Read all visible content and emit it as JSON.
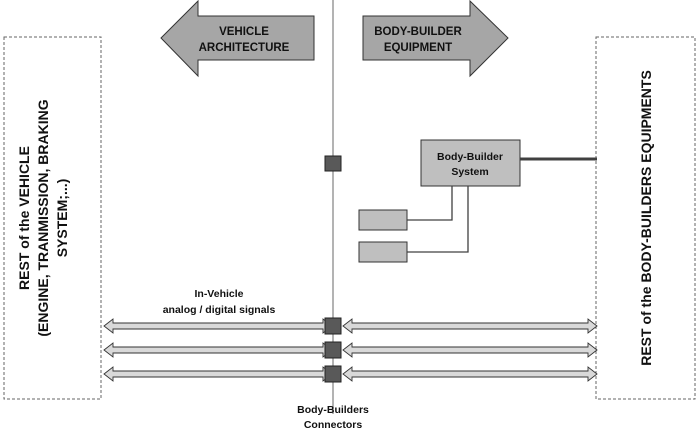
{
  "arrows": {
    "left_label_line1": "VEHICLE",
    "left_label_line2": "ARCHITECTURE",
    "right_label_line1": "BODY-BUILDER",
    "right_label_line2": "EQUIPMENT"
  },
  "left_panel": {
    "line1": "REST of the VEHICLE",
    "line2": "(ENGINE, TRANMISSION, BRAKING",
    "line3": "SYSTEM;...)"
  },
  "right_panel": {
    "label": "REST of the BODY-BUILDERS EQUIPMENTS"
  },
  "system_box": {
    "line1": "Body-Builder",
    "line2": "System"
  },
  "signals": {
    "line1": "In-Vehicle",
    "line2": "analog / digital signals"
  },
  "connectors": {
    "line1": "Body-Builders",
    "line2": "Connectors"
  },
  "colors": {
    "arrow_fill": "#a6a6a6",
    "box_fill": "#bfbfbf",
    "connector_fill": "#595959",
    "signal_arrow_fill": "#d9d9d9",
    "line": "#404040"
  }
}
